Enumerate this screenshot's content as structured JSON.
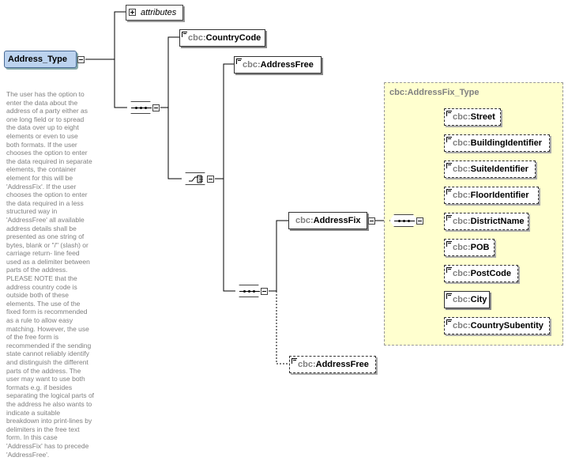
{
  "root": {
    "label": "Address_Type"
  },
  "attributes": {
    "label": "attributes"
  },
  "documentation": "The user has the option to\nenter the data about the\naddress of a party either as\none long field or to spread\nthe data over up to eight\nelements or even to use\nboth formats. If the user\nchooses the option to enter\nthe data required in separate\nelements, the container\nelement for this will be\n'AddressFix'. If the user\nchooses the option to enter\nthe data required in a less\nstructured way in\n'AddressFree' all available\naddress details shall be\npresented as one string of\nbytes, blank or \"/\" (slash) or\ncarriage return- line feed\nused as a delimiter between\nparts of the address.\nPLEASE NOTE that the\naddress country code is\noutside  both of these\nelements. The use of the\nfixed form is recommended\nas a rule to allow easy\nmatching. However, the use\nof the free form is\nrecommended if the sending\nstate cannot reliably identify\nand distinguish the different\nparts of the address. The\nuser may want to use both\nformats e.g. if besides\nseparating the logical parts of\nthe address he also wants to\nindicate a suitable\nbreakdown into print-lines by\ndelimiters in the free text\nform. In this case\n'AddressFix' has to precede\n'AddressFree'.",
  "elements": {
    "country_code": {
      "prefix": "cbc:",
      "name": "CountryCode"
    },
    "address_free_top": {
      "prefix": "cbc:",
      "name": "AddressFree"
    },
    "address_fix": {
      "prefix": "cbc:",
      "name": "AddressFix"
    },
    "address_free_bottom": {
      "prefix": "cbc:",
      "name": "AddressFree"
    }
  },
  "fix_type": {
    "title": "cbc:AddressFix_Type",
    "children": [
      {
        "prefix": "cbc:",
        "name": "Street",
        "optional": true
      },
      {
        "prefix": "cbc:",
        "name": "BuildingIdentifier",
        "optional": true
      },
      {
        "prefix": "cbc:",
        "name": "SuiteIdentifier",
        "optional": true
      },
      {
        "prefix": "cbc:",
        "name": "FloorIdentifier",
        "optional": true
      },
      {
        "prefix": "cbc:",
        "name": "DistrictName",
        "optional": true
      },
      {
        "prefix": "cbc:",
        "name": "POB",
        "optional": true
      },
      {
        "prefix": "cbc:",
        "name": "PostCode",
        "optional": true
      },
      {
        "prefix": "cbc:",
        "name": "City",
        "optional": false
      },
      {
        "prefix": "cbc:",
        "name": "CountrySubentity",
        "optional": true
      }
    ]
  },
  "colors": {
    "root_fill": "#bcd3ef",
    "type_fill": "#ffffcf",
    "prefix_gray": "#808080"
  }
}
